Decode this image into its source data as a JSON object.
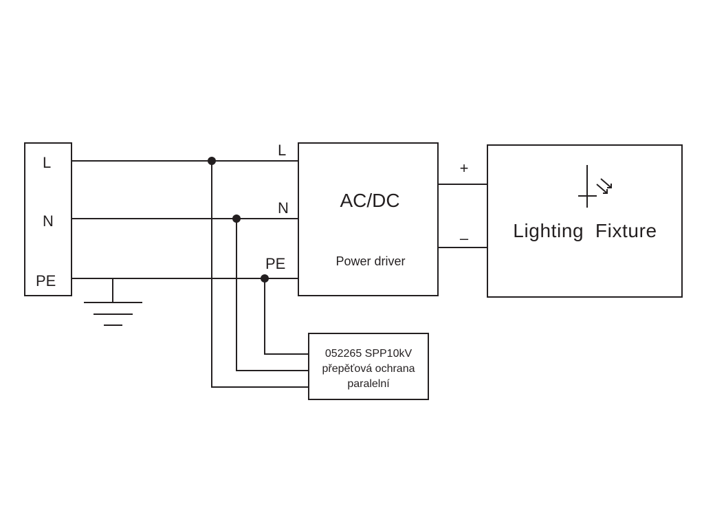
{
  "terminal": {
    "labels": [
      "L",
      "N",
      "PE"
    ]
  },
  "driver": {
    "inputs": [
      "L",
      "N",
      "PE"
    ],
    "title": "AC/DC",
    "subtitle": "Power driver",
    "outputs": {
      "plus": "+",
      "minus": "–"
    }
  },
  "fixture": {
    "title": "Lighting  Fixture",
    "icon": "led-icon"
  },
  "surge": {
    "lines": [
      "052265 SPP10kV",
      "přepěťová ochrana",
      "paralelní"
    ]
  },
  "ground": {
    "icon": "ground-icon"
  }
}
